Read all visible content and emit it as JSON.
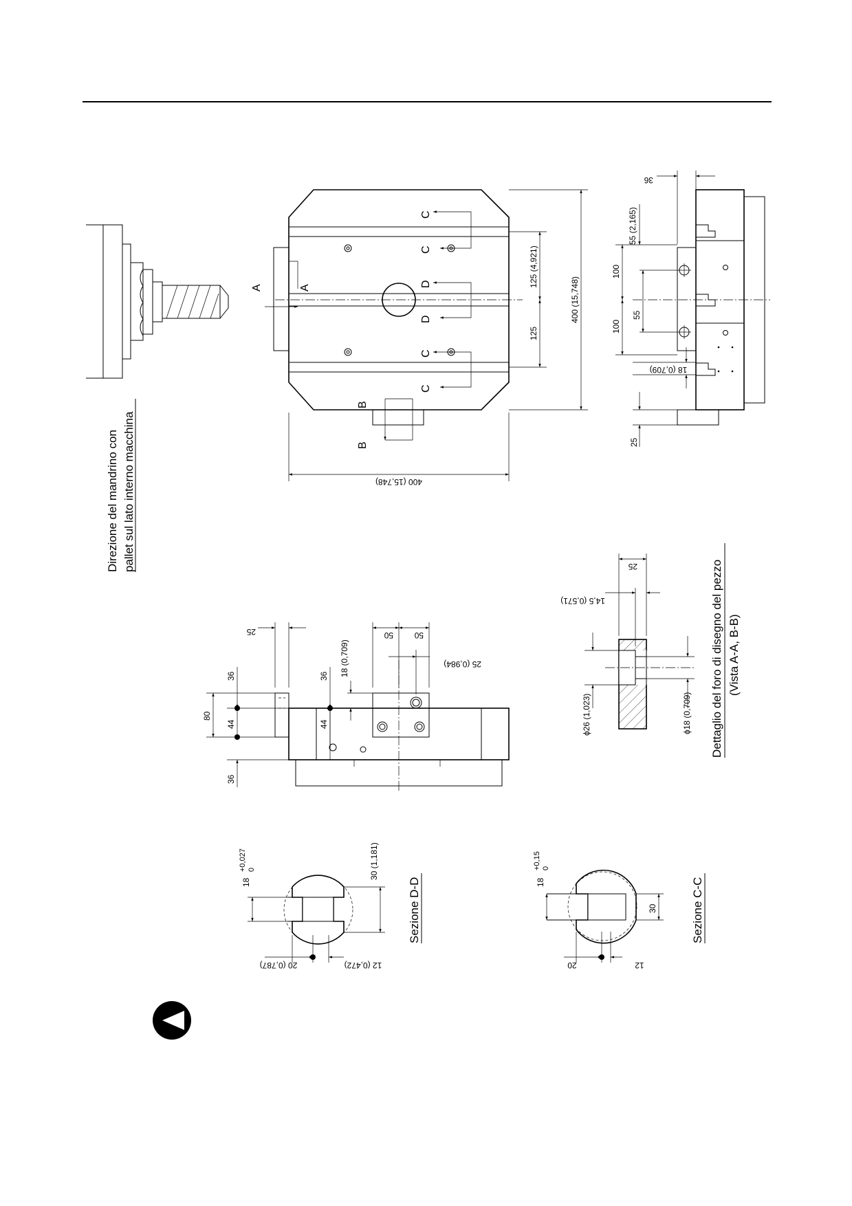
{
  "spindle_note": {
    "line1": "Direzione del mandrino con",
    "line2": "pallet sul lato interno macchina"
  },
  "top_view": {
    "section_letters": {
      "a": "A",
      "b": "B",
      "c": "C",
      "d": "D"
    },
    "dim_width": "400 (15,748)",
    "dim_height": "400 (15,748)",
    "dim_slot_top": "125 (4,921)",
    "dim_slot_bottom": "125"
  },
  "side_view": {
    "dim_36": "36",
    "dim_55_in": "55 (2,165)",
    "dim_100_a": "100",
    "dim_100_b": "100",
    "dim_55": "55",
    "dim_18_in": "18 (0,709)",
    "dim_25": "25"
  },
  "front_view": {
    "dim_80": "80",
    "dim_36_top": "36",
    "dim_44_left": "44",
    "dim_36_bottom": "36",
    "dim_36_mid": "36",
    "dim_44_mid": "44",
    "dim_18_in": "18 (0,709)",
    "dim_25_top": "25",
    "dim_50_a": "50",
    "dim_50_b": "50",
    "dim_25_in": "25 (0,984)"
  },
  "hole_detail": {
    "dim_25": "25",
    "dim_14_5": "14,5 (0,571)",
    "dim_26": "ϕ26 (1,023)",
    "dim_18": "ϕ18 (0,709)",
    "title": "Dettaglio del foro di disegno del pezzo",
    "subtitle": "(Vista A-A, B-B)"
  },
  "section_dd": {
    "dim_18": "18",
    "tol_upper": "+0,027",
    "tol_lower": "0",
    "dim_30": "30 (1,181)",
    "dim_20": "20 (0,787)",
    "dim_12": "12 (0,472)",
    "title": "Sezione D-D"
  },
  "section_cc": {
    "dim_18": "18",
    "tol_upper": "+0,15",
    "tol_lower": "0",
    "dim_30": "30",
    "dim_20": "20",
    "dim_12": "12",
    "title": "Sezione C-C"
  }
}
